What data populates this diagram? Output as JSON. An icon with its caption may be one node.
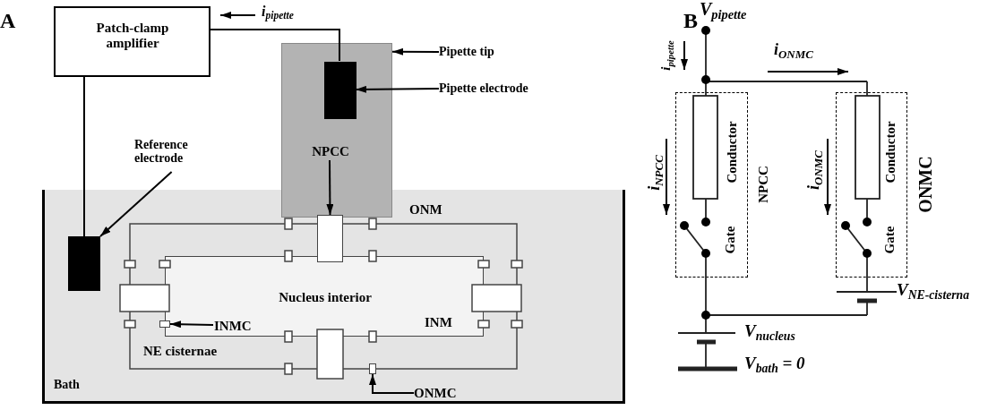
{
  "diagram": {
    "nodes": [
      {
        "text": [
          "Patch-clamp amplifier"
        ]
      },
      {
        "text": [],
        "shape": "box"
      },
      {
        "text": [],
        "shape": "box",
        "in": 1
      },
      {
        "text": [
          "NPCC"
        ],
        "in": 1
      },
      {
        "text": [
          "Pipette tip"
        ]
      },
      {
        "text": [
          "Pipette electrode"
        ]
      },
      {
        "text": [
          "Reference electrode"
        ]
      },
      {
        "text": [
          "Bath"
        ]
      },
      {
        "text": [],
        "shape": "box",
        "in": 7
      },
      {
        "text": [
          "Nucleus interior"
        ],
        "in": 7
      },
      {
        "text": [],
        "shape": "box",
        "in": 7
      },
      {
        "text": [],
        "shape": "box",
        "in": 7
      },
      {
        "text": [
          "INMC"
        ],
        "in": 9
      },
      {
        "text": [],
        "shape": "box",
        "in": 7
      },
      {
        "text": [
          "ONMC"
        ],
        "in": 7
      },
      {
        "text": [
          "NPCC"
        ]
      },
      {
        "text": [
          "ONMC"
        ]
      }
    ],
    "edges": [
      {
        "from": 0,
        "to": 2,
        "arrow": "none"
      },
      {
        "from": 0,
        "to": 8,
        "arrow": "none"
      },
      {
        "from": 4,
        "to": 1,
        "arrow": "to"
      },
      {
        "from": 5,
        "to": 2,
        "arrow": "to"
      },
      {
        "from": 6,
        "to": 8,
        "arrow": "to"
      },
      {
        "from": 3,
        "to": 10,
        "arrow": "to"
      },
      {
        "from": 12,
        "to": 11,
        "arrow": "to"
      },
      {
        "from": 14,
        "to": 13,
        "arrow": "to"
      }
    ],
    "labels": [
      "A",
      "i$_{pipette}$",
      "ONM",
      "INM",
      "NE cisternae",
      "B",
      "V$_{pipette}$",
      "i$_{pipette}$",
      "i$_{ONMC}$",
      "i$_{NPCC}$",
      "Conductor",
      "Gate",
      "i$_{ONMC}$",
      "Conductor",
      "Gate",
      "V$_{NE-cisterna}$",
      "V$_{nucleus}$",
      "V$_{bath}$ = 0"
    ]
  }
}
